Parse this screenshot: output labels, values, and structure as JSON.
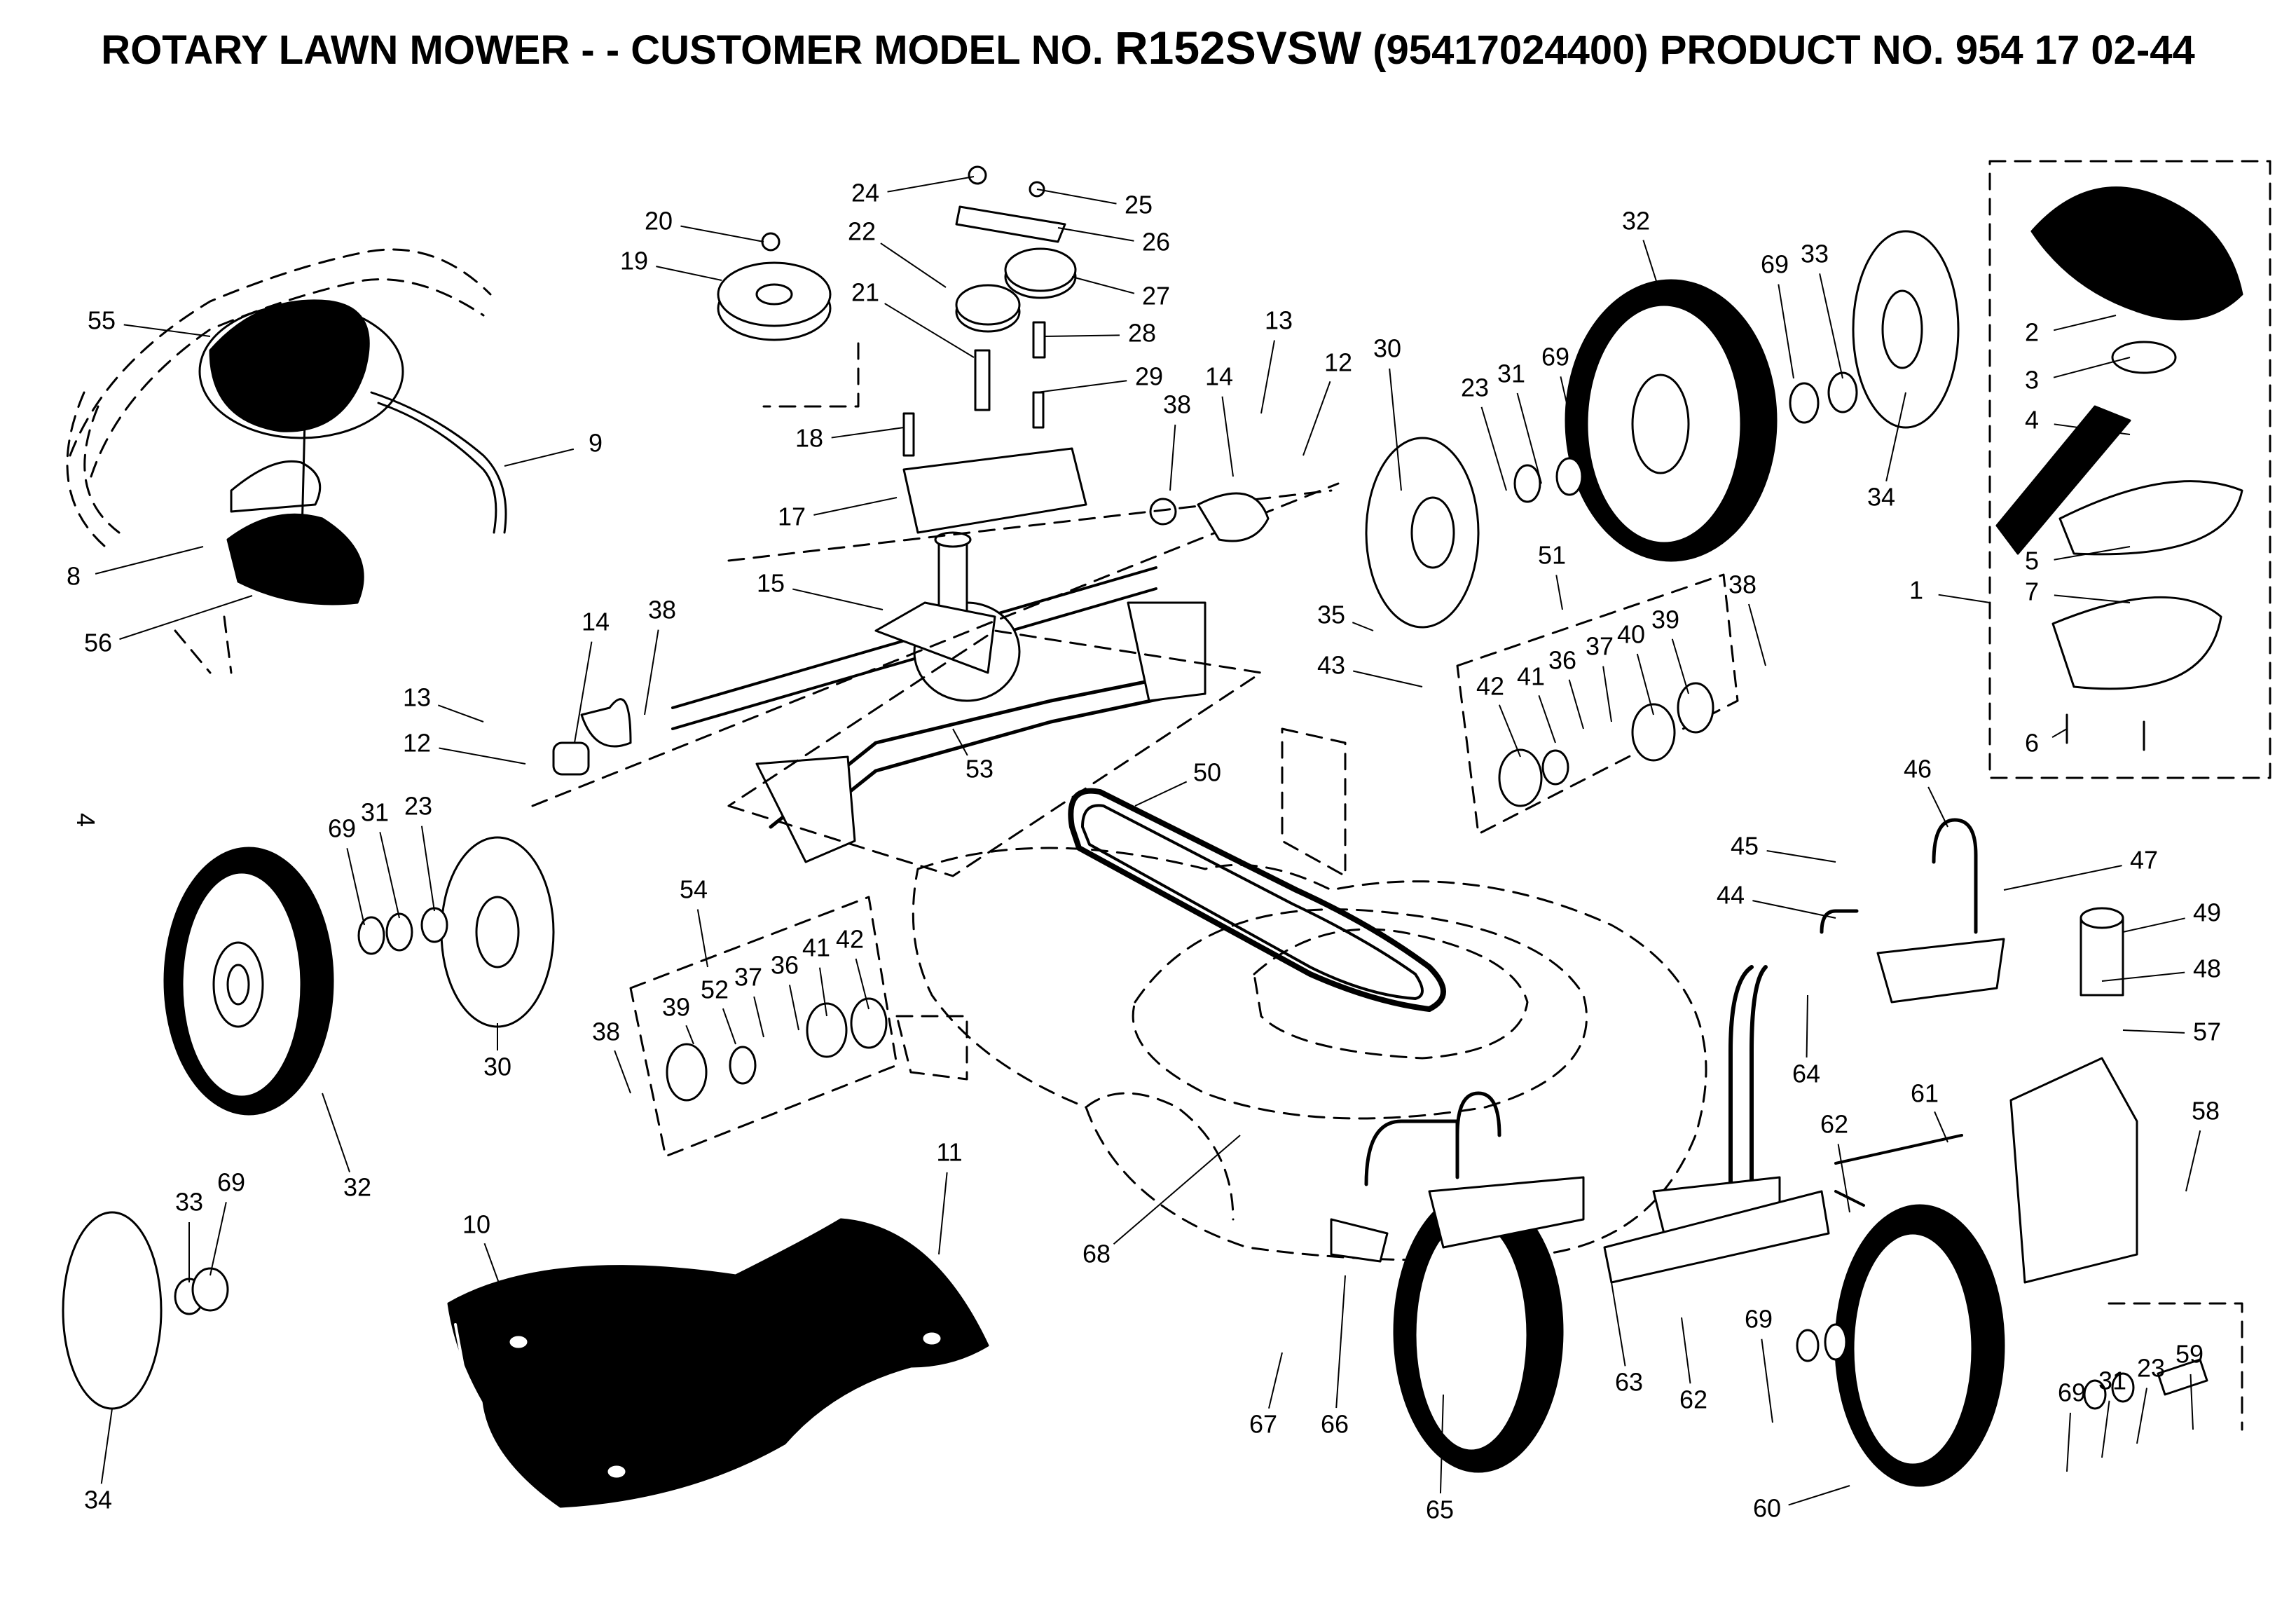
{
  "title": {
    "prefix": "ROTARY LAWN MOWER - - CUSTOMER MODEL NO.",
    "model": "R152SVSW",
    "suffix": "(95417024400) PRODUCT NO. 954 17 02-44"
  },
  "page_number": "4",
  "callouts": [
    {
      "id": "c55a",
      "label": "55"
    },
    {
      "id": "c9",
      "label": "9"
    },
    {
      "id": "c8",
      "label": "8"
    },
    {
      "id": "c56",
      "label": "56"
    },
    {
      "id": "c20",
      "label": "20"
    },
    {
      "id": "c19",
      "label": "19"
    },
    {
      "id": "c24",
      "label": "24"
    },
    {
      "id": "c25",
      "label": "25"
    },
    {
      "id": "c22",
      "label": "22"
    },
    {
      "id": "c26",
      "label": "26"
    },
    {
      "id": "c27",
      "label": "27"
    },
    {
      "id": "c21",
      "label": "21"
    },
    {
      "id": "c28",
      "label": "28"
    },
    {
      "id": "c29",
      "label": "29"
    },
    {
      "id": "c18",
      "label": "18"
    },
    {
      "id": "c17",
      "label": "17"
    },
    {
      "id": "c13a",
      "label": "13"
    },
    {
      "id": "c12a",
      "label": "12"
    },
    {
      "id": "c14a",
      "label": "14"
    },
    {
      "id": "c38a",
      "label": "38"
    },
    {
      "id": "c30a",
      "label": "30"
    },
    {
      "id": "c15",
      "label": "15"
    },
    {
      "id": "c14b",
      "label": "14"
    },
    {
      "id": "c38b",
      "label": "38"
    },
    {
      "id": "c13b",
      "label": "13"
    },
    {
      "id": "c12b",
      "label": "12"
    },
    {
      "id": "c53",
      "label": "53"
    },
    {
      "id": "c50",
      "label": "50"
    },
    {
      "id": "c32a",
      "label": "32"
    },
    {
      "id": "c69a",
      "label": "69"
    },
    {
      "id": "c33a",
      "label": "33"
    },
    {
      "id": "c23a",
      "label": "23"
    },
    {
      "id": "c31a",
      "label": "31"
    },
    {
      "id": "c69b",
      "label": "69"
    },
    {
      "id": "c34a",
      "label": "34"
    },
    {
      "id": "c35",
      "label": "35"
    },
    {
      "id": "c43",
      "label": "43"
    },
    {
      "id": "c51",
      "label": "51"
    },
    {
      "id": "c38c",
      "label": "38"
    },
    {
      "id": "c42a",
      "label": "42"
    },
    {
      "id": "c41a",
      "label": "41"
    },
    {
      "id": "c36a",
      "label": "36"
    },
    {
      "id": "c37a",
      "label": "37"
    },
    {
      "id": "c40",
      "label": "40"
    },
    {
      "id": "c39a",
      "label": "39"
    },
    {
      "id": "c2",
      "label": "2"
    },
    {
      "id": "c3",
      "label": "3"
    },
    {
      "id": "c4",
      "label": "4"
    },
    {
      "id": "c5",
      "label": "5"
    },
    {
      "id": "c1",
      "label": "1"
    },
    {
      "id": "c7",
      "label": "7"
    },
    {
      "id": "c6",
      "label": "6"
    },
    {
      "id": "c69c",
      "label": "69"
    },
    {
      "id": "c31b",
      "label": "31"
    },
    {
      "id": "c23b",
      "label": "23"
    },
    {
      "id": "c30b",
      "label": "30"
    },
    {
      "id": "c32b",
      "label": "32"
    },
    {
      "id": "c54",
      "label": "54"
    },
    {
      "id": "c39b",
      "label": "39"
    },
    {
      "id": "c52",
      "label": "52"
    },
    {
      "id": "c37b",
      "label": "37"
    },
    {
      "id": "c36b",
      "label": "36"
    },
    {
      "id": "c41b",
      "label": "41"
    },
    {
      "id": "c42b",
      "label": "42"
    },
    {
      "id": "c38d",
      "label": "38"
    },
    {
      "id": "c33b",
      "label": "33"
    },
    {
      "id": "c69d",
      "label": "69"
    },
    {
      "id": "c34b",
      "label": "34"
    },
    {
      "id": "c10",
      "label": "10"
    },
    {
      "id": "c11",
      "label": "11"
    },
    {
      "id": "c68",
      "label": "68"
    },
    {
      "id": "c46",
      "label": "46"
    },
    {
      "id": "c45",
      "label": "45"
    },
    {
      "id": "c47",
      "label": "47"
    },
    {
      "id": "c44",
      "label": "44"
    },
    {
      "id": "c49",
      "label": "49"
    },
    {
      "id": "c48",
      "label": "48"
    },
    {
      "id": "c57",
      "label": "57"
    },
    {
      "id": "c64",
      "label": "64"
    },
    {
      "id": "c61",
      "label": "61"
    },
    {
      "id": "c62a",
      "label": "62"
    },
    {
      "id": "c58",
      "label": "58"
    },
    {
      "id": "c67",
      "label": "67"
    },
    {
      "id": "c66",
      "label": "66"
    },
    {
      "id": "c63",
      "label": "63"
    },
    {
      "id": "c62b",
      "label": "62"
    },
    {
      "id": "c65",
      "label": "65"
    },
    {
      "id": "c69e",
      "label": "69"
    },
    {
      "id": "c60",
      "label": "60"
    },
    {
      "id": "c69f",
      "label": "69"
    },
    {
      "id": "c31c",
      "label": "31"
    },
    {
      "id": "c23c",
      "label": "23"
    },
    {
      "id": "c59",
      "label": "59"
    }
  ]
}
